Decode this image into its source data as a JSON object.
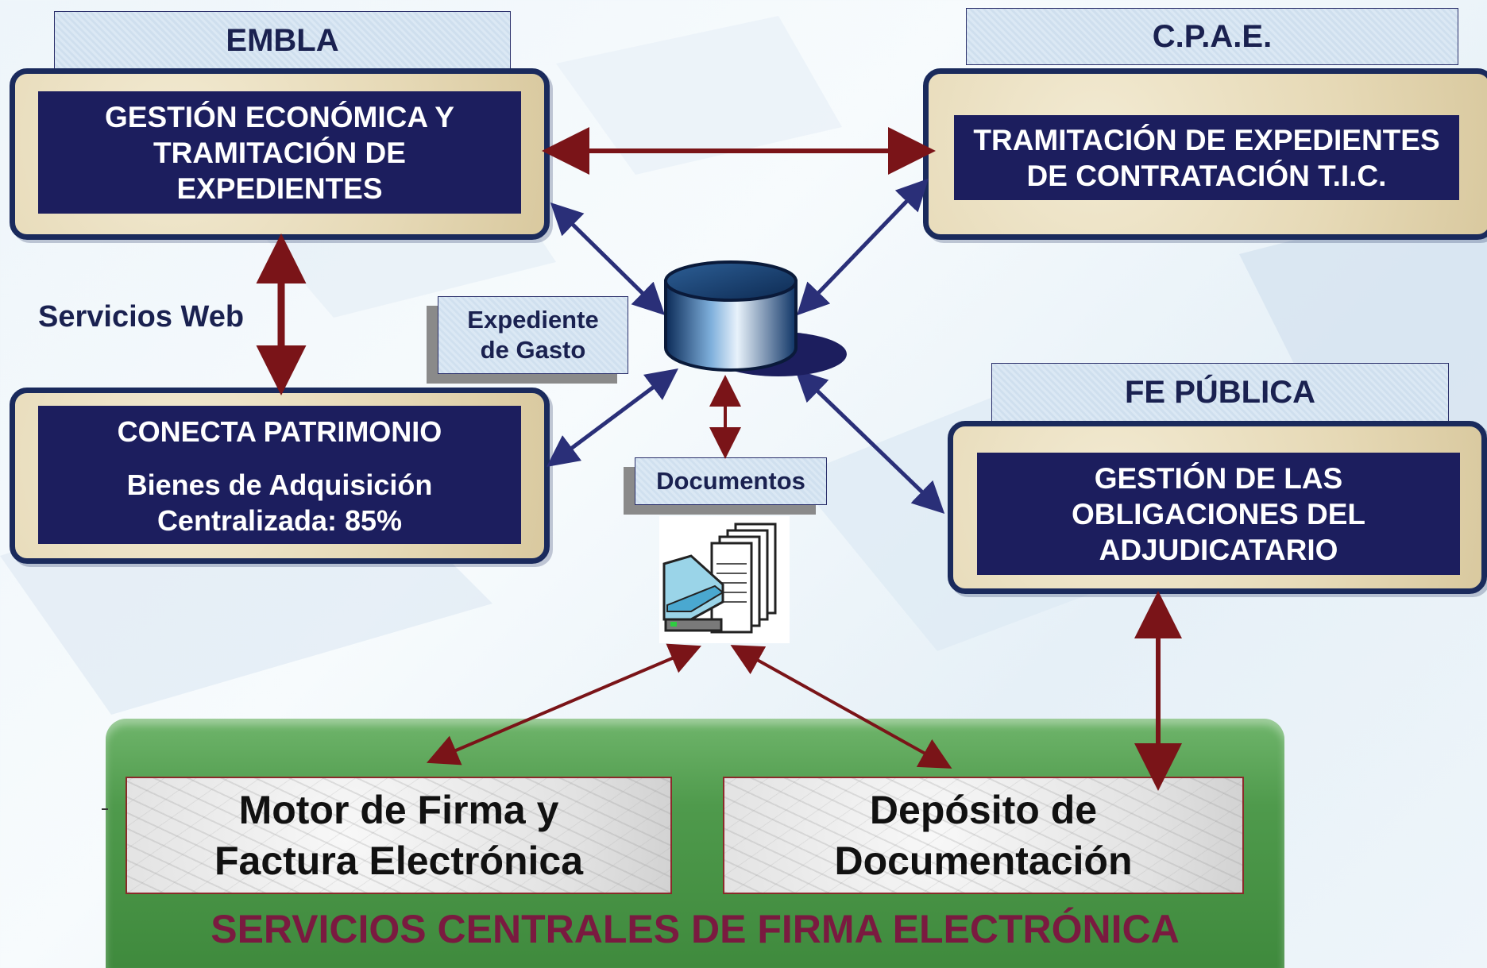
{
  "systems": {
    "embla": {
      "tab": "EMBLA",
      "lines": [
        "GESTIÓN ECONÓMICA Y",
        "TRAMITACIÓN DE",
        "EXPEDIENTES"
      ]
    },
    "cpae": {
      "tab": "C.P.A.E.",
      "lines": [
        "TRAMITACIÓN DE EXPEDIENTES",
        "DE CONTRATACIÓN T.I.C."
      ]
    },
    "conecta": {
      "title": "CONECTA PATRIMONIO",
      "lines": [
        "Bienes de Adquisición",
        "Centralizada: 85%"
      ]
    },
    "fe_publica": {
      "tab": "FE PÚBLICA",
      "lines": [
        "GESTIÓN DE LAS",
        "OBLIGACIONES DEL",
        "ADJUDICATARIO"
      ]
    }
  },
  "labels": {
    "servicios_web": "Servicios Web",
    "expediente": [
      "Expediente",
      "de Gasto"
    ],
    "documentos": "Documentos"
  },
  "base": {
    "motor": [
      "Motor de Firma y",
      "Factura Electrónica"
    ],
    "deposito": [
      "Depósito de",
      "Documentación"
    ],
    "title": "SERVICIOS CENTRALES DE FIRMA ELECTRÓNICA"
  },
  "icons": {
    "database": "database-icon",
    "scanner": "scanner-documents-icon"
  },
  "colors": {
    "navy": "#1c1e5e",
    "frame_border": "#1a2a5c",
    "arrow_red": "#7a1418",
    "arrow_blue": "#2a2f78",
    "base_green": "#4f9a4c",
    "base_title": "#7a1a40"
  }
}
